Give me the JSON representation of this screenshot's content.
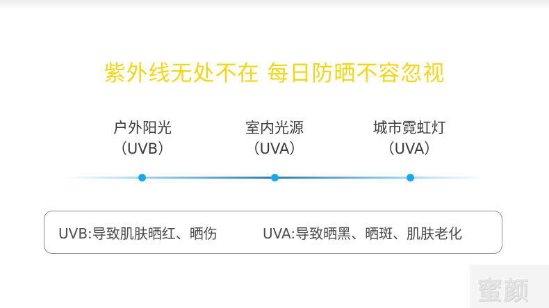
{
  "headline": "紫外线无处不在  每日防晒不容忽视",
  "sources": [
    {
      "name": "户外阳光",
      "type": "（UVB）"
    },
    {
      "name": "室内光源",
      "type": "（UVA）"
    },
    {
      "name": "城市霓虹灯",
      "type": "（UVA）"
    }
  ],
  "info": {
    "uvb": "UVB:导致肌肤晒红、晒伤",
    "uva": "UVA:导致晒黑、晒斑、肌肤老化"
  },
  "watermark": "蜜颜",
  "colors": {
    "headline": "#f6d513",
    "dot": "#1aa8ea",
    "line_center": "#2a7fb2",
    "text": "#3a3a3a",
    "box_border": "#8a8a8a"
  }
}
